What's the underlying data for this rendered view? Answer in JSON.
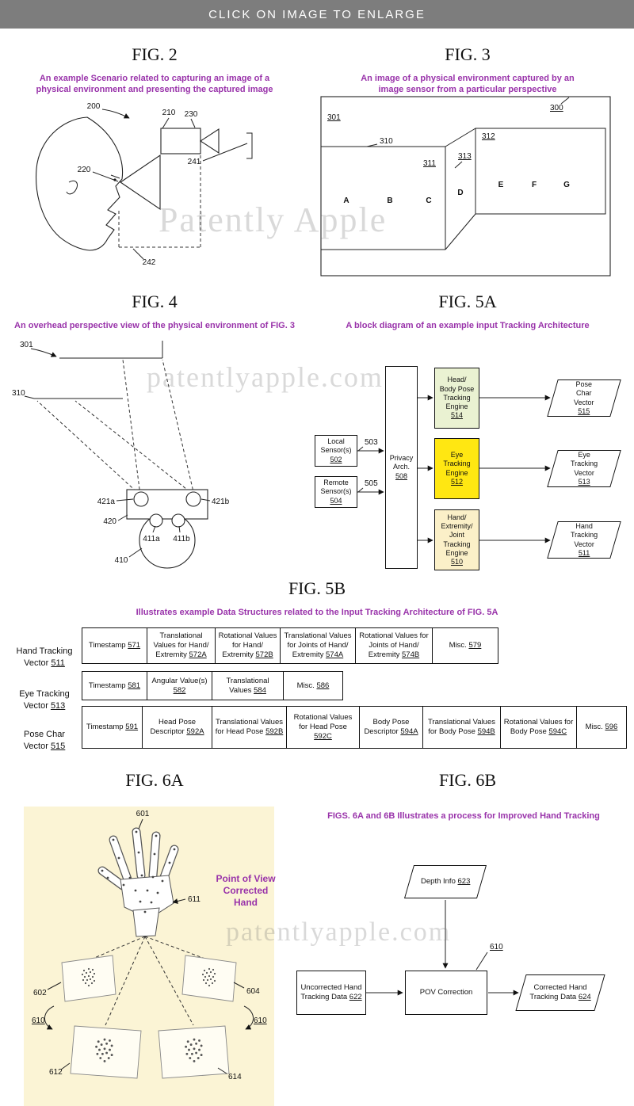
{
  "colors": {
    "header_bg": "#7d7d7d",
    "caption_purple": "#9933aa",
    "eye_engine_yellow": "#ffe712",
    "pose_engine_green": "#eaf2d2",
    "hand_engine_cream": "#fbf0c8",
    "fig6a_bg": "#fbf4d5"
  },
  "header": {
    "title": "CLICK ON IMAGE TO ENLARGE"
  },
  "watermarks": {
    "top": "Patently Apple",
    "mid": "patentlyapple.com",
    "bottom": "patentlyapple.com"
  },
  "fig2": {
    "title": "FIG. 2",
    "caption": "An example Scenario related to capturing an image of a\nphysical environment and presenting the captured image",
    "labels": {
      "n200": "200",
      "n210": "210",
      "n220": "220",
      "n230": "230",
      "n241": "241",
      "n242": "242"
    }
  },
  "fig3": {
    "title": "FIG. 3",
    "caption": "An image of a physical environment captured by an\nimage sensor from a particular perspective",
    "labels": {
      "n300": "300",
      "n301": "301",
      "n310": "310",
      "n311": "311",
      "n312": "312",
      "n313": "313"
    },
    "letters": {
      "a": "A",
      "b": "B",
      "c": "C",
      "d": "D",
      "e": "E",
      "f": "F",
      "g": "G"
    }
  },
  "fig4": {
    "title": "FIG. 4",
    "caption": "An overhead perspective view of the physical environment of FIG. 3",
    "labels": {
      "n301": "301",
      "n310": "310",
      "n421a": "421a",
      "n421b": "421b",
      "n420": "420",
      "n411a": "411a",
      "n411b": "411b",
      "n410": "410"
    }
  },
  "fig5a": {
    "title": "FIG. 5A",
    "caption": "A block diagram of an example input Tracking Architecture",
    "local_sensors": {
      "text": "Local\nSensor(s)",
      "num": "502"
    },
    "remote_sensors": {
      "text": "Remote\nSensor(s)",
      "num": "504"
    },
    "privacy": {
      "text": "Privacy\nArch.",
      "num": "508"
    },
    "engine_pose": {
      "text": "Head/\nBody Pose\nTracking\nEngine",
      "num": "514"
    },
    "engine_eye": {
      "text": "Eye\nTracking\nEngine",
      "num": "512"
    },
    "engine_hand": {
      "text": "Hand/\nExtremity/\nJoint\nTracking\nEngine",
      "num": "510"
    },
    "out_pose": {
      "text": "Pose\nChar\nVector",
      "num": "515"
    },
    "out_eye": {
      "text": "Eye\nTracking\nVector",
      "num": "513"
    },
    "out_hand": {
      "text": "Hand\nTracking\nVector",
      "num": "511"
    },
    "n503": "503",
    "n505": "505"
  },
  "fig5b": {
    "title": "FIG. 5B",
    "caption": "Illustrates example Data Structures related to the Input Tracking Architecture of FIG. 5A",
    "rows": [
      {
        "label_text": "Hand Tracking\nVector ",
        "label_num": "511",
        "cells": [
          {
            "text": "Timestamp ",
            "num": "571"
          },
          {
            "text": "Translational Values for Hand/ Extremity ",
            "num": "572A"
          },
          {
            "text": "Rotational Values for Hand/ Extremity ",
            "num": "572B"
          },
          {
            "text": "Translational Values for Joints of Hand/ Extremity ",
            "num": "574A"
          },
          {
            "text": "Rotational Values for Joints of Hand/ Extremity ",
            "num": "574B"
          },
          {
            "text": "Misc. ",
            "num": "579"
          }
        ]
      },
      {
        "label_text": "Eye Tracking\nVector ",
        "label_num": "513",
        "cells": [
          {
            "text": "Timestamp ",
            "num": "581"
          },
          {
            "text": "Angular Value(s) ",
            "num": "582"
          },
          {
            "text": "Translational Values ",
            "num": "584"
          },
          {
            "text": "Misc. ",
            "num": "586"
          }
        ]
      },
      {
        "label_text": "Pose Char\nVector ",
        "label_num": "515",
        "cells": [
          {
            "text": "Timestamp ",
            "num": "591"
          },
          {
            "text": "Head Pose Descriptor ",
            "num": "592A"
          },
          {
            "text": "Translational Values for Head Pose ",
            "num": "592B"
          },
          {
            "text": "Rotational Values for Head Pose ",
            "num": "592C"
          },
          {
            "text": "Body Pose Descriptor ",
            "num": "594A"
          },
          {
            "text": "Translational Values for Body Pose ",
            "num": "594B"
          },
          {
            "text": "Rotational Values for Body Pose ",
            "num": "594C"
          },
          {
            "text": "Misc. ",
            "num": "596"
          }
        ]
      }
    ]
  },
  "fig6a": {
    "title": "FIG. 6A",
    "pov_label": "Point of View\nCorrected\nHand",
    "labels": {
      "n601": "601",
      "n611": "611",
      "n602": "602",
      "n604": "604",
      "n610": "610",
      "n612": "612",
      "n614": "614"
    }
  },
  "fig6b": {
    "title": "FIG. 6B",
    "caption": "FIGS. 6A and 6B Illustrates a process for Improved Hand Tracking",
    "depth": {
      "text": "Depth Info ",
      "num": "623"
    },
    "uncorrected": {
      "text": "Uncorrected Hand Tracking Data ",
      "num": "622"
    },
    "pov": {
      "text": "POV Correction"
    },
    "corrected": {
      "text": "Corrected Hand Tracking Data ",
      "num": "624"
    },
    "n610": "610"
  }
}
